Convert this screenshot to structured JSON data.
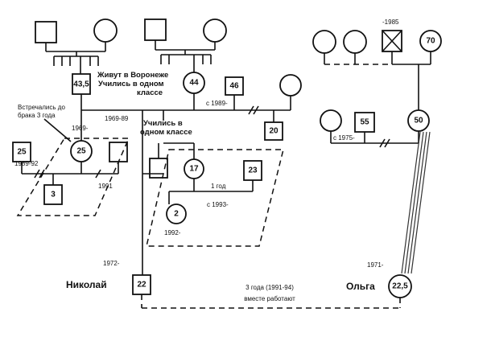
{
  "people": {
    "ages": {
      "grandfather_nikolay": "43,5",
      "grandmother_nikolay": "44",
      "first_husband_mother": "46",
      "mother_second_husband": "20",
      "first_wife": "25",
      "first_wife_partner": "",
      "son_3": "3",
      "second_wife": "17",
      "second_wife_husband": "23",
      "child_2": "2",
      "olga_mother": "50",
      "olga_father": "55",
      "olga_grandfather_deceased": "",
      "olga_grandmother": "70",
      "nikolay": "22",
      "olga": "22,5"
    },
    "names": {
      "nikolay": "Николай",
      "olga": "Ольга"
    },
    "death_year": "-1985"
  },
  "annotations": {
    "live_in_voronezh": "Живут в Воронеже",
    "studied_same_class_1": "Учились в одном",
    "studied_same_class_1b": "классе",
    "met_before_marriage_1": "Встречались до",
    "met_before_marriage_2": "брака 3 года",
    "studied_same_class_2": "Учились в",
    "studied_same_class_2b": "одном классе",
    "one_year": "1 год",
    "together_work_1": "3 года (1991-94)",
    "together_work_2": "вместе работают"
  },
  "dates": {
    "marriage_parents": "1969-89",
    "since_1989": "с 1989-",
    "first_wife_since": "1969-",
    "first_union": "1989-92",
    "first_union_end": "1991",
    "since_1993": "с 1993-",
    "child_birth": "1992-",
    "olga_parents_since": "с 1975-",
    "nikolay_birth": "1972-",
    "olga_birth": "1971-"
  }
}
